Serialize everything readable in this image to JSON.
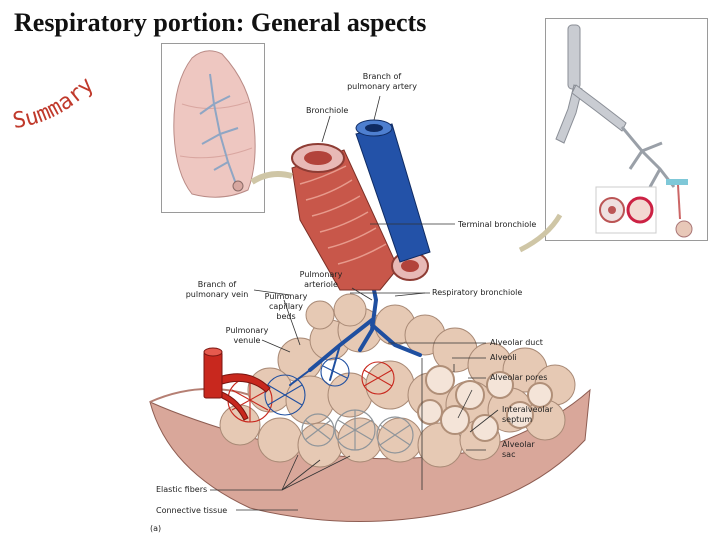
{
  "title": "Respiratory portion: General aspects",
  "summary_word": "Summary",
  "labels": {
    "branch_pulmonary_artery": [
      "Branch of",
      "pulmonary artery"
    ],
    "bronchiole": "Bronchiole",
    "terminal_bronchiole": "Terminal bronchiole",
    "branch_pulmonary_vein": [
      "Branch of",
      "pulmonary vein"
    ],
    "pulmonary_arteriole": [
      "Pulmonary",
      "arteriole"
    ],
    "pulmonary_capillary_beds": [
      "Pulmonary",
      "capillary",
      "beds"
    ],
    "respiratory_bronchiole": "Respiratory bronchiole",
    "pulmonary_venule": [
      "Pulmonary",
      "venule"
    ],
    "alveolar_duct": "Alveolar duct",
    "alveoli": "Alveoli",
    "alveolar_pores": "Alveolar pores",
    "interalveolar_septum": [
      "Interalveolar",
      "septum"
    ],
    "alveolar_sac": [
      "Alveolar",
      "sac"
    ],
    "elastic_fibers": "Elastic fibers",
    "connective_tissue": "Connective tissue",
    "panel_letter": "(a)"
  },
  "colors": {
    "artery": "#1f4fa0",
    "vein": "#c8281e",
    "muscle": "#c8574a",
    "alveoli": "#e6c9b4",
    "tissue": "#d9a79a"
  }
}
